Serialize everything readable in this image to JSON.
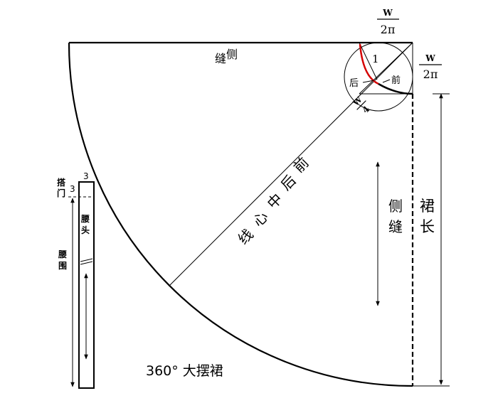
{
  "labels": {
    "side_seam_top": [
      "侧",
      "缝"
    ],
    "center_line": [
      "前",
      "后",
      "中",
      "心",
      "线"
    ],
    "side_seam_right": [
      "侧",
      "缝"
    ],
    "skirt_length": [
      "裙",
      "长"
    ],
    "caption": "360° 大摆裙",
    "front": "前",
    "back": "后",
    "number_one": "1",
    "w_quarter": {
      "numerator": "W",
      "denominator": "4"
    },
    "w_over_2pi_top": {
      "numerator": "W",
      "denominator": "2π"
    },
    "w_over_2pi_right": {
      "numerator": "W",
      "denominator": "2π"
    },
    "waistband": {
      "overlap": [
        "搭",
        "门"
      ],
      "num_top": "3",
      "num_side": "3",
      "band_label": [
        "腰",
        "头"
      ],
      "waist_label": [
        "腰",
        "围"
      ]
    }
  },
  "colors": {
    "line": "#000000",
    "waist_curve": "#d40000",
    "background": "#ffffff"
  }
}
